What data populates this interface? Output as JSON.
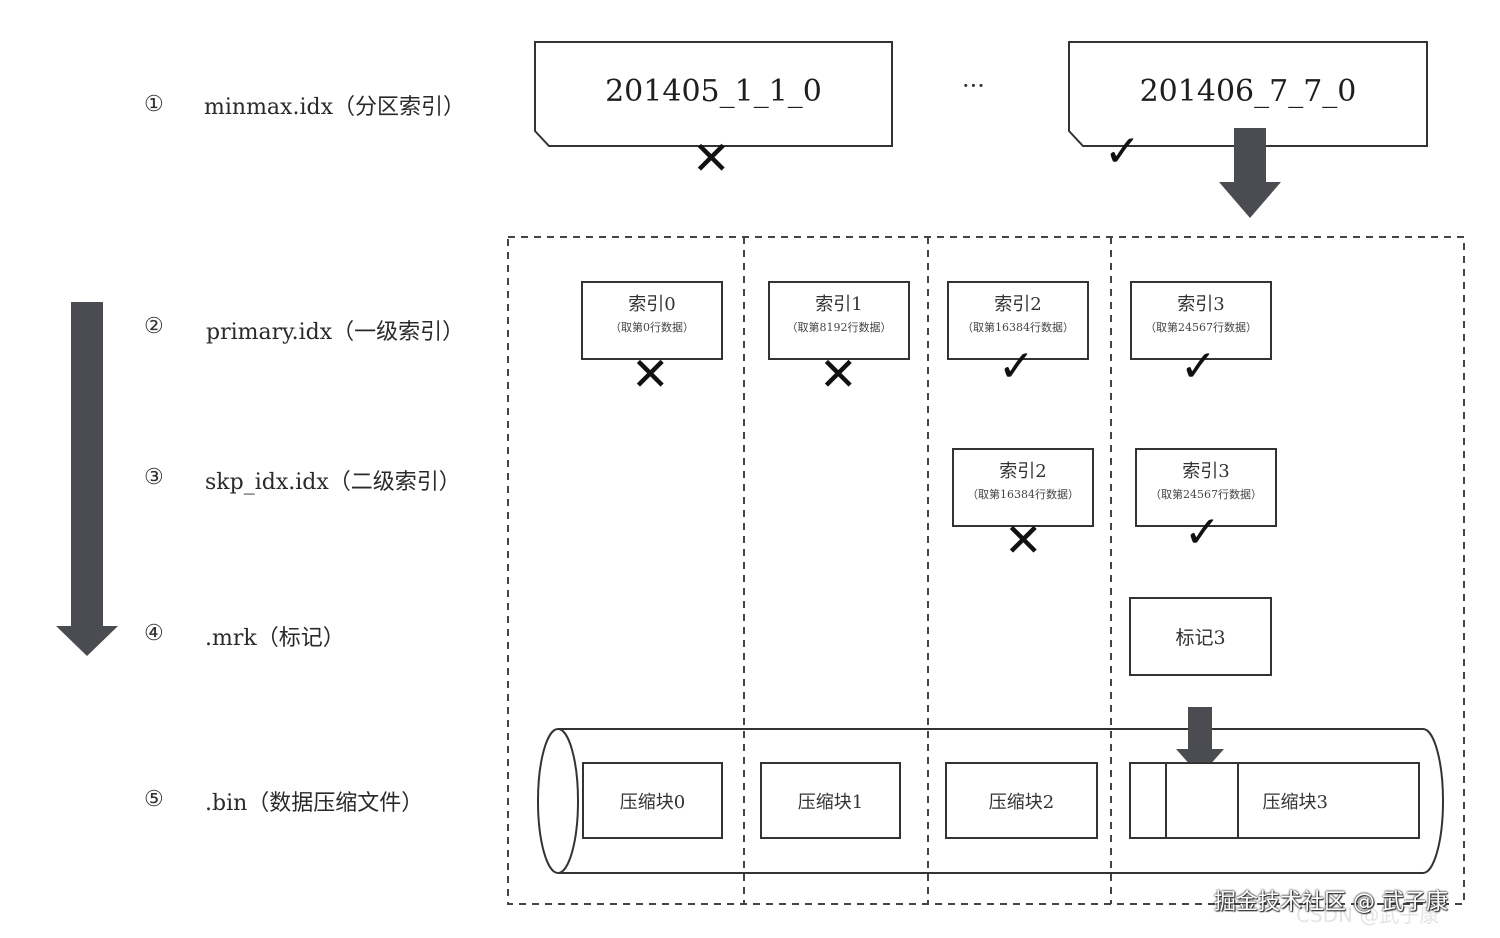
{
  "rows": [
    {
      "num": "①",
      "label": "minmax.idx（分区索引）"
    },
    {
      "num": "②",
      "label": "primary.idx（一级索引）"
    },
    {
      "num": "③",
      "label": "skp_idx.idx（二级索引）"
    },
    {
      "num": "④",
      "label": ".mrk（标记）"
    },
    {
      "num": "⑤",
      "label": ".bin（数据压缩文件）"
    }
  ],
  "partitions": {
    "first": "201405_1_1_0",
    "ellipsis": "···",
    "last": "201406_7_7_0"
  },
  "primary_index": [
    {
      "title": "索引0",
      "sub": "（取第0行数据）"
    },
    {
      "title": "索引1",
      "sub": "（取第8192行数据）"
    },
    {
      "title": "索引2",
      "sub": "（取第16384行数据）"
    },
    {
      "title": "索引3",
      "sub": "（取第24567行数据）"
    }
  ],
  "skip_index": [
    {
      "title": "索引2",
      "sub": "（取第16384行数据）"
    },
    {
      "title": "索引3",
      "sub": "（取第24567行数据）"
    }
  ],
  "mark": {
    "label": "标记3"
  },
  "blocks": [
    "压缩块0",
    "压缩块1",
    "压缩块2",
    "压缩块3"
  ],
  "result_marks": {
    "cross": "✕",
    "check": "✓"
  },
  "watermark": {
    "main": "掘金技术社区 @ 武子康",
    "secondary": "CSDN @武子康"
  },
  "colors": {
    "arrow": "#4a4c52",
    "border": "#333333"
  }
}
